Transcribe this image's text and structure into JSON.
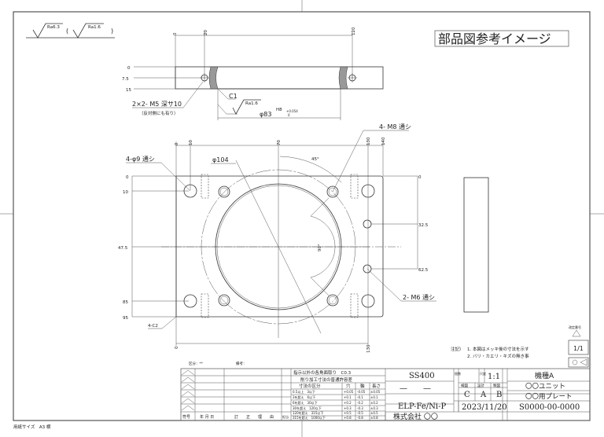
{
  "title": "部品図参考イメージ",
  "paper_size": "用紙サイズ　A3 横",
  "surface": {
    "general": "Ra6.3",
    "paren_open": "(",
    "special": "Ra1.6",
    "paren_close": ")"
  },
  "side_view": {
    "dims_x": [
      "0",
      "20",
      "120"
    ],
    "dims_y": [
      "0",
      "7.5",
      "15"
    ],
    "tap_note": "2×2- M5 深サ10",
    "tap_sub": "（反対側にも有り）",
    "chamfer": "C1",
    "bore_ra": "Ra1.6",
    "bore_dia": "φ83",
    "fit": "H8",
    "tol_upper": "+0.054",
    "tol_lower": "0"
  },
  "top_view": {
    "dims_x": [
      "0",
      "10",
      "70",
      "130",
      "140"
    ],
    "dims_y_left": [
      "0",
      "10",
      "47.5",
      "85",
      "95"
    ],
    "dims_y_right": [
      "0",
      "32.5",
      "62.5"
    ],
    "dim_bottom": [
      "0",
      "130"
    ],
    "hole_note": "4-φ9 通シ",
    "m8_note": "4- M8 通シ",
    "m6_note": "2- M6 通シ",
    "pcd": "φ104",
    "angle_45": "45°",
    "angle_90": "90°",
    "corner": "4-C2"
  },
  "notes": {
    "label": "注記）",
    "line1": "1. 本図はメッキ後の寸法を示す",
    "line2": "2. バリ・カエリ・キズの無き事"
  },
  "top_labels": {
    "kubun": "区分：**",
    "biko": "備考："
  },
  "revision": {
    "headers": [
      "符号",
      "年 月 日",
      "訂　　正　　理　　由",
      "担当"
    ]
  },
  "tolerance": {
    "chamfer_note": "指示以外の各角面取り　C0.3",
    "title": "削り加工寸法の普通許容差",
    "headers": [
      "寸法の区分",
      "穴",
      "軸",
      "長さ"
    ],
    "rows": [
      [
        "0.5以上　3以下",
        "+0.05",
        "-0.05",
        "±0.05"
      ],
      [
        "3を超え　6以下",
        "+0.1",
        "-0.1",
        "±0.1"
      ],
      [
        "6を超え　30以下",
        "+0.2",
        "-0.2",
        "±0.2"
      ],
      [
        "30を超え　120以下",
        "+0.3",
        "-0.3",
        "±0.3"
      ],
      [
        "120を超え　315以下",
        "+0.5",
        "-0.5",
        "±0.5"
      ],
      [
        "315を超え　1000以下",
        "+0.8",
        "-0.8",
        "±0.8"
      ]
    ]
  },
  "title_block": {
    "material": "SS400",
    "heat": "—　　—",
    "surface_treatment": "ELP-Fe/Ni-P",
    "company": "株式会社 〇〇",
    "qty_label": "個数",
    "scale_label": "尺度",
    "scale": "1:1",
    "check_headers": [
      "検図",
      "設計",
      "製図"
    ],
    "checkers": [
      "C",
      "A",
      "B"
    ],
    "date": "2023/11/20",
    "machine": "機種A",
    "unit": "〇〇ユニット",
    "part_name": "〇〇用プレート",
    "drawing_no": "S0000-00-0000",
    "sheet": "1/1",
    "revision_mark_label": "改定番号"
  }
}
